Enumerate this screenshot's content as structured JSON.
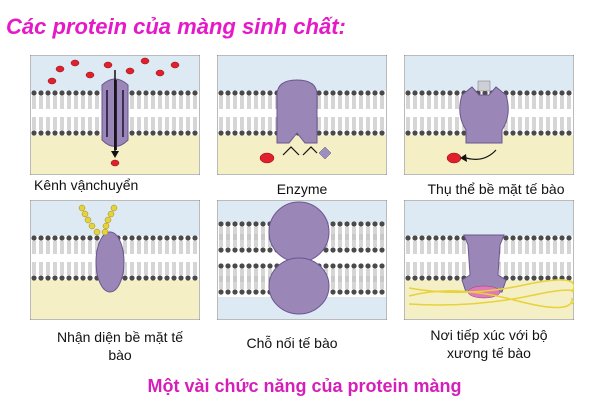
{
  "title": "Các protein của màng sinh chất:",
  "panels": [
    {
      "caption": "Kênh vậnchuyển"
    },
    {
      "caption": "Enzyme"
    },
    {
      "caption": "Thụ thể bề mặt tế bào"
    },
    {
      "caption": "Nhận diện bề mặt tế\nbào"
    },
    {
      "caption": "Chỗ nối tế bào"
    },
    {
      "caption": "Nơi tiếp xúc với bộ\nxương tế bào"
    }
  ],
  "footer": "Một vài chức năng của protein màng",
  "colors": {
    "title": "#e619c8",
    "footer": "#d61fb8",
    "protein": "#9b86b8",
    "membrane_bg": "#cfe3ee",
    "cytoplasm": "#f5efc6",
    "molecule": "#e0202c"
  }
}
